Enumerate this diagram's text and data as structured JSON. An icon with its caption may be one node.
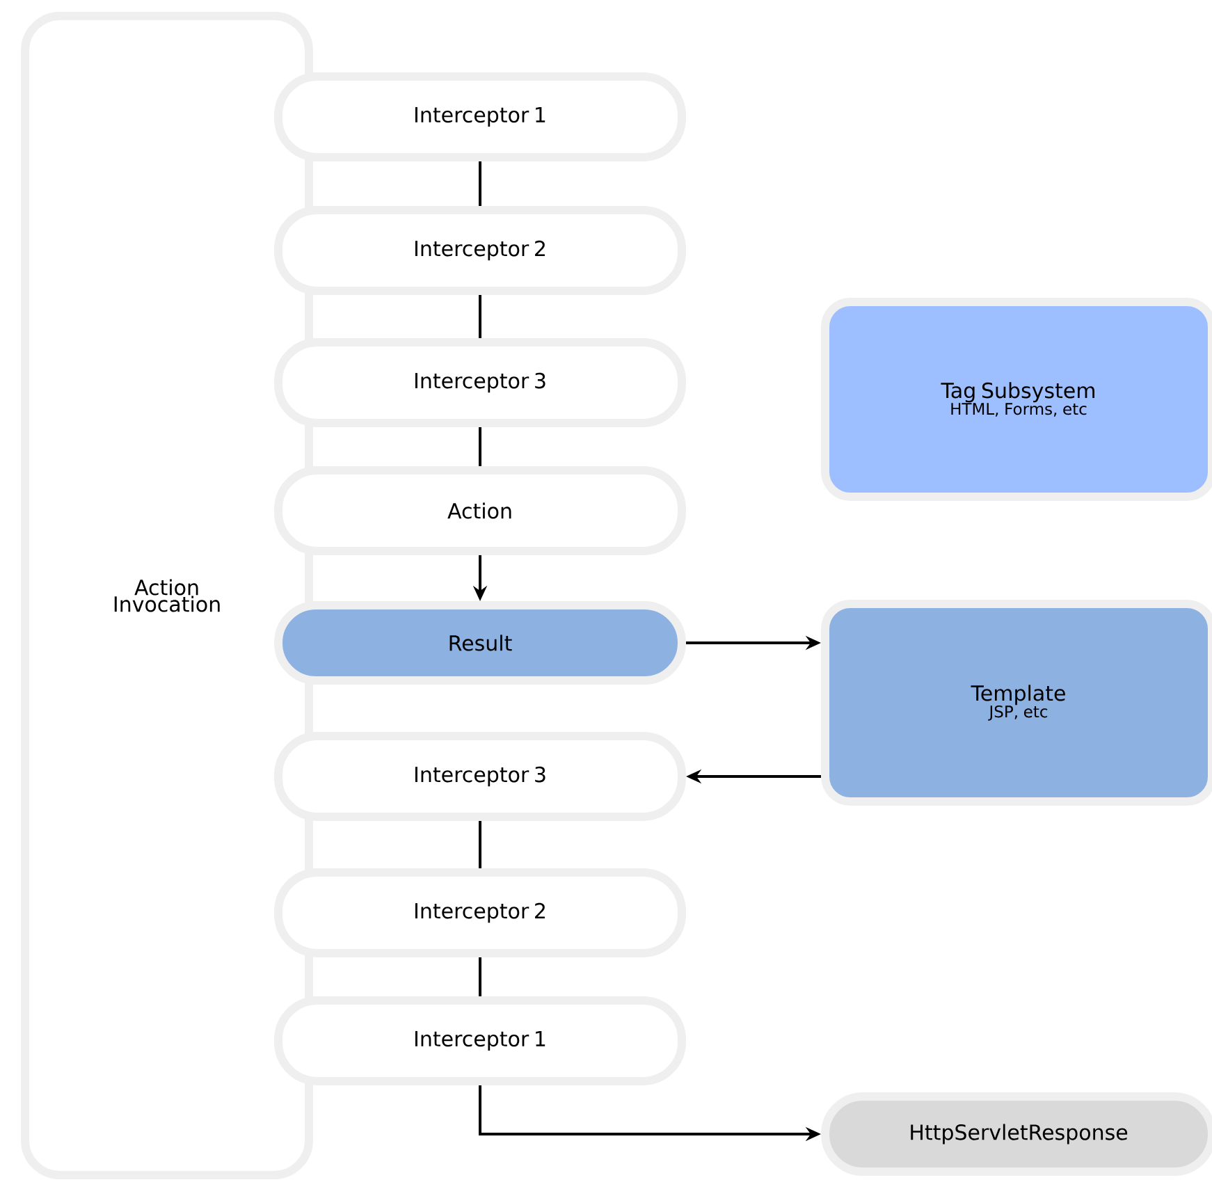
{
  "diagram": {
    "nodes": [
      {
        "text": [
          "Action Invocation"
        ]
      },
      {
        "text": [
          "Interceptor 1"
        ]
      },
      {
        "text": [
          "Interceptor 2"
        ]
      },
      {
        "text": [
          "Interceptor 3"
        ]
      },
      {
        "text": [
          "Action"
        ]
      },
      {
        "text": [
          "Result"
        ]
      },
      {
        "text": [
          "Interceptor 3"
        ]
      },
      {
        "text": [
          "Interceptor 2"
        ]
      },
      {
        "text": [
          "Interceptor 1"
        ]
      },
      {
        "text": [
          "Tag Subsystem",
          "HTML, Forms, etc"
        ]
      },
      {
        "text": [
          "Template",
          "JSP, etc"
        ]
      },
      {
        "text": [
          "HttpServletResponse"
        ]
      }
    ],
    "edges": [
      {
        "from": 1,
        "to": 2,
        "arrow": "none"
      },
      {
        "from": 2,
        "to": 3,
        "arrow": "none"
      },
      {
        "from": 3,
        "to": 4,
        "arrow": "none"
      },
      {
        "from": 4,
        "to": 5,
        "arrow": "to"
      },
      {
        "from": 5,
        "to": 10,
        "arrow": "to"
      },
      {
        "from": 10,
        "to": 6,
        "arrow": "to"
      },
      {
        "from": 6,
        "to": 7,
        "arrow": "none"
      },
      {
        "from": 7,
        "to": 8,
        "arrow": "none"
      },
      {
        "from": 8,
        "to": 11,
        "arrow": "to"
      }
    ]
  }
}
